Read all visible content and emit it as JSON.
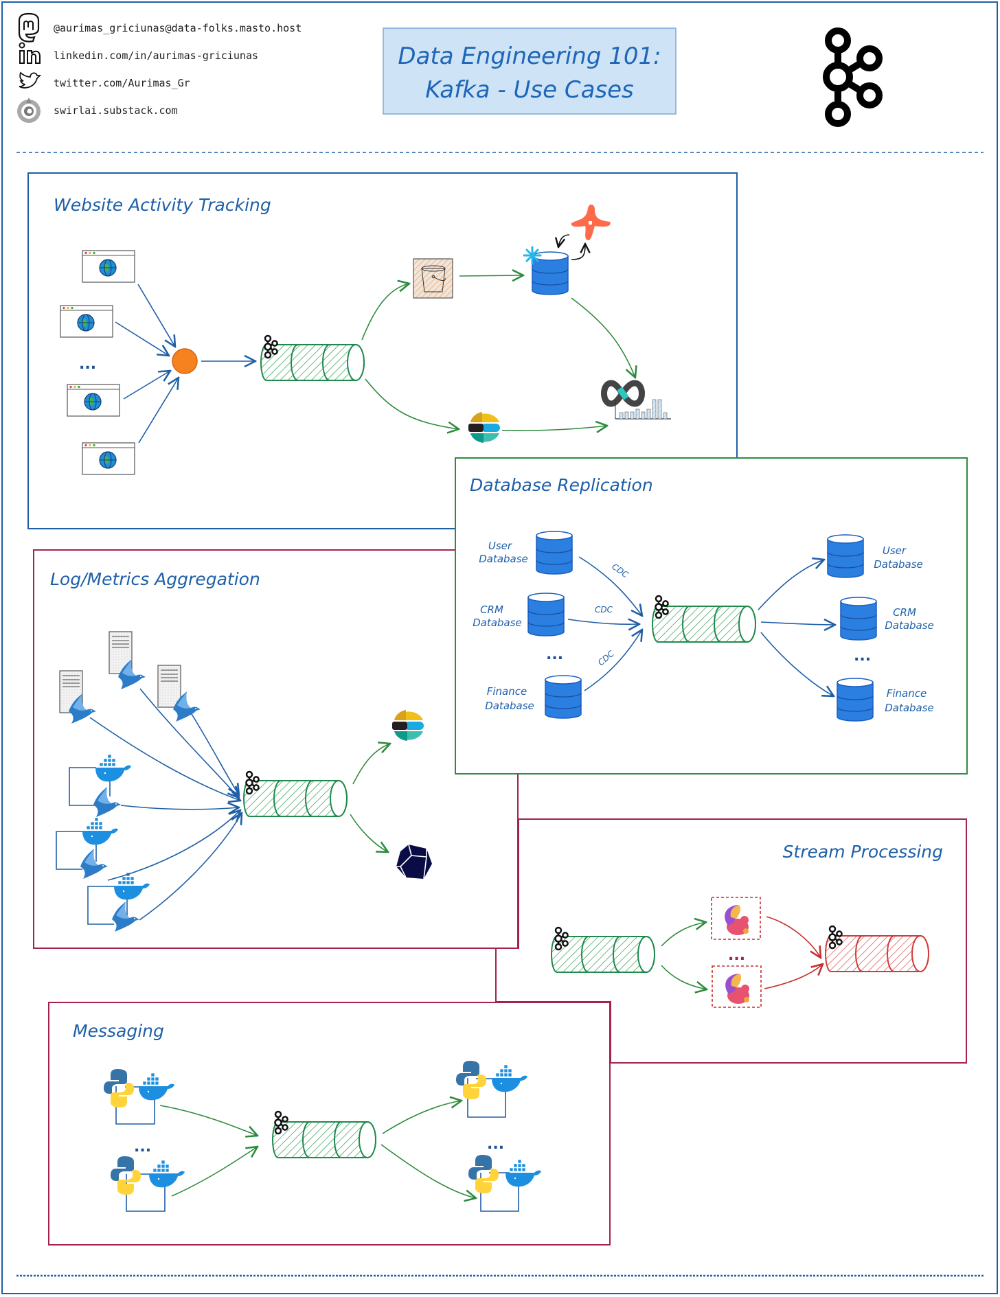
{
  "header": {
    "contacts": [
      {
        "icon": "mastodon-icon",
        "text": "@aurimas_griciunas@data-folks.masto.host"
      },
      {
        "icon": "linkedin-icon",
        "text": "linkedin.com/in/aurimas-griciunas"
      },
      {
        "icon": "twitter-icon",
        "text": "twitter.com/Aurimas_Gr"
      },
      {
        "icon": "substack-swirl-icon",
        "text": "swirlai.substack.com"
      }
    ],
    "title_line1": "Data Engineering 101:",
    "title_line2": "Kafka - Use Cases",
    "logo": "kafka-logo-icon"
  },
  "colors": {
    "border_blue": "#1f5fa6",
    "box_green": "#2e8b3e",
    "box_red": "#a3234a",
    "topic_green": "#1f8a4c",
    "topic_red": "#d33a3a",
    "db_blue": "#2a7fe0",
    "title_bg": "#cfe3f6",
    "collector_orange": "#f5821f"
  },
  "sections": {
    "website": {
      "title": "Website Activity Tracking",
      "sources": [
        "browser-window",
        "browser-window",
        "browser-window",
        "browser-window"
      ],
      "ellipsis": "...",
      "collector": "event-collector",
      "topic": "kafka-topic",
      "sinks": [
        "s3-bucket",
        "snowflake-database",
        "dbt",
        "elasticsearch",
        "analytics-dashboard"
      ]
    },
    "replication": {
      "title": "Database Replication",
      "sources": [
        {
          "line1": "User",
          "line2": "Database"
        },
        {
          "line1": "CRM",
          "line2": "Database"
        },
        {
          "line1": "Finance",
          "line2": "Database"
        }
      ],
      "edge_label": "CDC",
      "ellipsis": "...",
      "targets": [
        {
          "line1": "User",
          "line2": "Database"
        },
        {
          "line1": "CRM",
          "line2": "Database"
        },
        {
          "line1": "Finance",
          "line2": "Database"
        }
      ]
    },
    "logs": {
      "title": "Log/Metrics Aggregation",
      "sources": [
        "log-file-fluentbit",
        "log-file-fluentbit",
        "log-file-fluentbit",
        "docker-fluentbit",
        "docker-fluentbit",
        "docker-fluentbit"
      ],
      "sinks": [
        "elasticsearch",
        "prometheus-like-store"
      ]
    },
    "stream": {
      "title": "Stream Processing",
      "processors": [
        "flink-job",
        "flink-job"
      ],
      "ellipsis": "..."
    },
    "messaging": {
      "title": "Messaging",
      "producers": [
        "python-docker-service",
        "python-docker-service"
      ],
      "consumers": [
        "python-docker-service",
        "python-docker-service"
      ],
      "ellipsis": "..."
    }
  }
}
